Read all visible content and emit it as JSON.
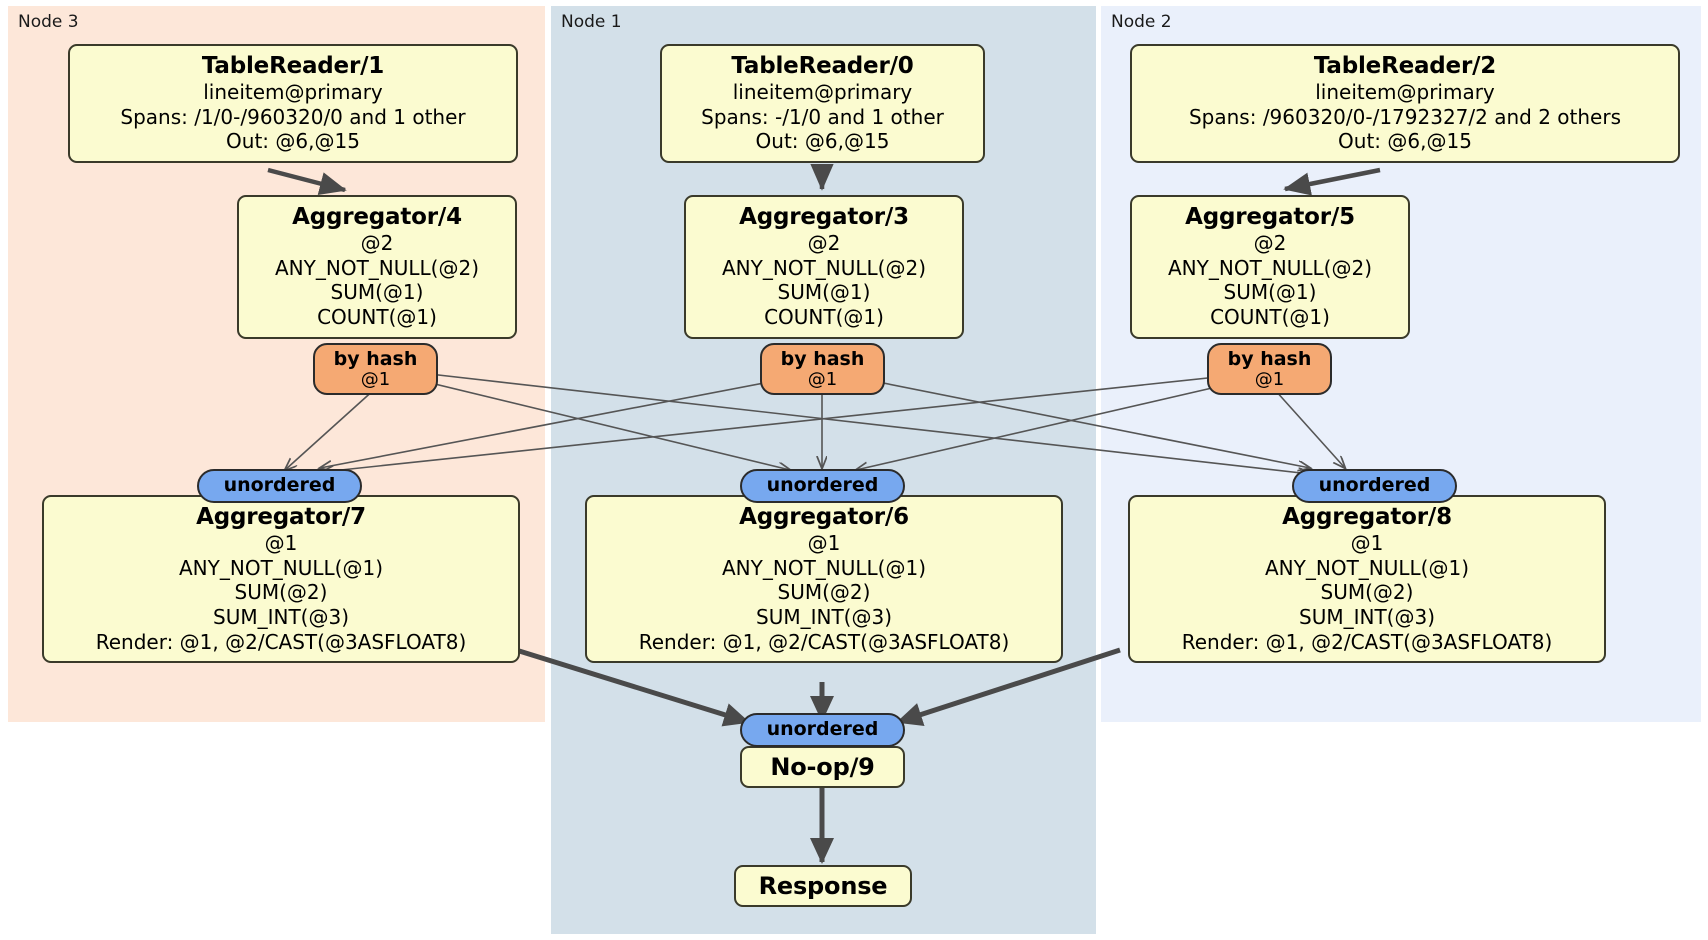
{
  "diagram": {
    "type": "distributed-query-plan",
    "node_groups": [
      {
        "id": "node3",
        "label": "Node 3",
        "color": "#fde7d9"
      },
      {
        "id": "node1",
        "label": "Node 1",
        "color": "#d3e0e9"
      },
      {
        "id": "node2",
        "label": "Node 2",
        "color": "#eaf0fb"
      }
    ],
    "processors": {
      "table_reader_1": {
        "title": "TableReader/1",
        "lines": [
          "lineitem@primary",
          "Spans: /1/0-/960320/0 and 1 other",
          "Out: @6,@15"
        ]
      },
      "table_reader_0": {
        "title": "TableReader/0",
        "lines": [
          "lineitem@primary",
          "Spans: -/1/0 and 1 other",
          "Out: @6,@15"
        ]
      },
      "table_reader_2": {
        "title": "TableReader/2",
        "lines": [
          "lineitem@primary",
          "Spans: /960320/0-/1792327/2 and 2 others",
          "Out: @6,@15"
        ]
      },
      "aggregator_4": {
        "title": "Aggregator/4",
        "lines": [
          "@2",
          "ANY_NOT_NULL(@2)",
          "SUM(@1)",
          "COUNT(@1)"
        ]
      },
      "aggregator_3": {
        "title": "Aggregator/3",
        "lines": [
          "@2",
          "ANY_NOT_NULL(@2)",
          "SUM(@1)",
          "COUNT(@1)"
        ]
      },
      "aggregator_5": {
        "title": "Aggregator/5",
        "lines": [
          "@2",
          "ANY_NOT_NULL(@2)",
          "SUM(@1)",
          "COUNT(@1)"
        ]
      },
      "aggregator_7": {
        "title": "Aggregator/7",
        "lines": [
          "@1",
          "ANY_NOT_NULL(@1)",
          "SUM(@2)",
          "SUM_INT(@3)",
          "Render: @1, @2/CAST(@3ASFLOAT8)"
        ]
      },
      "aggregator_6": {
        "title": "Aggregator/6",
        "lines": [
          "@1",
          "ANY_NOT_NULL(@1)",
          "SUM(@2)",
          "SUM_INT(@3)",
          "Render: @1, @2/CAST(@3ASFLOAT8)"
        ]
      },
      "aggregator_8": {
        "title": "Aggregator/8",
        "lines": [
          "@1",
          "ANY_NOT_NULL(@1)",
          "SUM(@2)",
          "SUM_INT(@3)",
          "Render: @1, @2/CAST(@3ASFLOAT8)"
        ]
      },
      "no_op_9": {
        "title": "No-op/9"
      },
      "response": {
        "title": "Response"
      }
    },
    "badges": {
      "hash_left": {
        "title": "by hash",
        "sub": "@1"
      },
      "hash_center": {
        "title": "by hash",
        "sub": "@1"
      },
      "hash_right": {
        "title": "by hash",
        "sub": "@1"
      },
      "unordered_left": {
        "title": "unordered"
      },
      "unordered_center": {
        "title": "unordered"
      },
      "unordered_right": {
        "title": "unordered"
      },
      "unordered_final": {
        "title": "unordered"
      }
    },
    "colors": {
      "processor_fill": "#fbfbd0",
      "processor_stroke": "#3a3a2a",
      "hash_badge": "#f5a973",
      "unordered_badge": "#77a8ef",
      "edge": "#555555",
      "edge_thick": "#4a4a4a"
    }
  }
}
